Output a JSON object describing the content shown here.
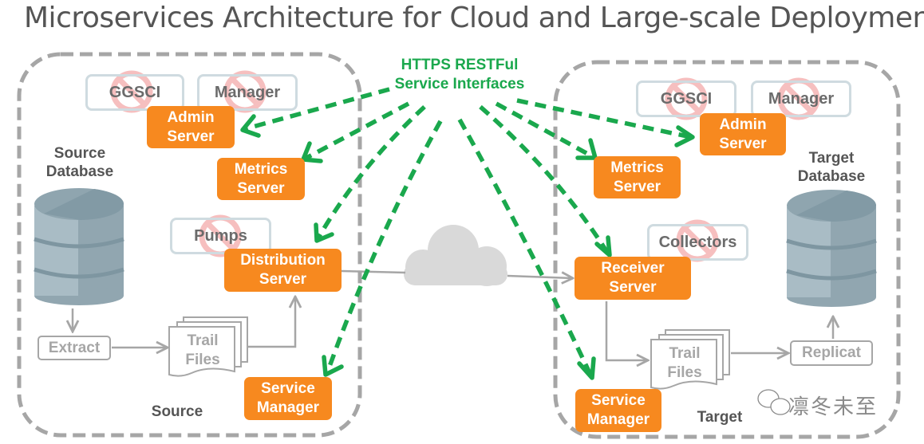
{
  "title": "Microservices Architecture for Cloud and Large-scale Deployments",
  "interfaces_label": [
    "HTTPS RESTFul",
    "Service Interfaces"
  ],
  "colors": {
    "service": "#f7891f",
    "interface_arrow": "#1aa84d",
    "region_border": "#a6a6a6",
    "legacy_border": "#cfdbe0",
    "deprecated": "#f5b5b5",
    "cloud": "#d9d9d9",
    "database": "#9fb3bd"
  },
  "source": {
    "region_label": "Source",
    "database_label": [
      "Source",
      "Database"
    ],
    "legacy": [
      {
        "label": "GGSCI",
        "status": "deprecated"
      },
      {
        "label": "Manager",
        "status": "deprecated"
      },
      {
        "label": "Pumps",
        "status": "deprecated"
      }
    ],
    "services": {
      "admin": [
        "Admin",
        "Server"
      ],
      "metrics": [
        "Metrics",
        "Server"
      ],
      "distribution": [
        "Distribution",
        "Server"
      ],
      "service_manager": [
        "Service",
        "Manager"
      ]
    },
    "process": "Extract",
    "trail": [
      "Trail",
      "Files"
    ]
  },
  "target": {
    "region_label": "Target",
    "database_label": [
      "Target",
      "Database"
    ],
    "legacy": [
      {
        "label": "GGSCI",
        "status": "deprecated"
      },
      {
        "label": "Manager",
        "status": "deprecated"
      },
      {
        "label": "Collectors",
        "status": "deprecated"
      }
    ],
    "services": {
      "admin": [
        "Admin",
        "Server"
      ],
      "metrics": [
        "Metrics",
        "Server"
      ],
      "receiver": [
        "Receiver",
        "Server"
      ],
      "service_manager": [
        "Service",
        "Manager"
      ]
    },
    "process": "Replicat",
    "trail": [
      "Trail",
      "Files"
    ]
  },
  "watermark": "凛冬未至",
  "icons": {
    "database": "database-cylinder-icon",
    "cloud": "cloud-icon",
    "deprecated": "prohibited-icon",
    "watermark": "wechat-icon"
  }
}
